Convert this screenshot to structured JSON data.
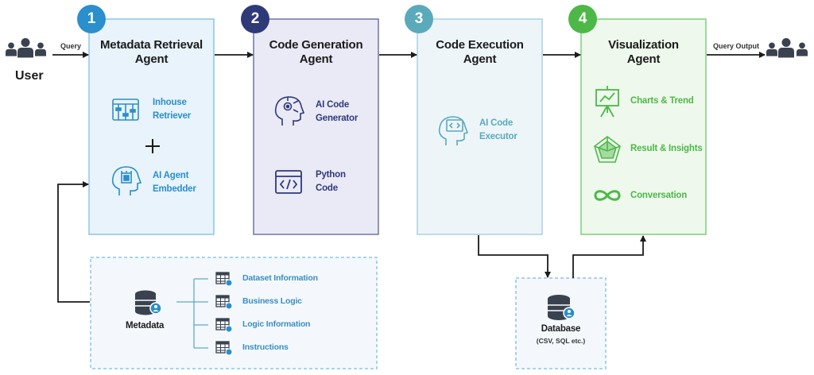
{
  "user": {
    "label": "User"
  },
  "flow": {
    "query_label": "Query",
    "output_label": "Query Output"
  },
  "agents": [
    {
      "number": "1",
      "title_line1": "Metadata Retrieval",
      "title_line2": "Agent",
      "items": [
        {
          "icon": "tool-grid-icon",
          "line1": "Inhouse",
          "line2": "Retriever"
        },
        {
          "icon": "ai-head-chip-icon",
          "line1": "AI Agent",
          "line2": "Embedder"
        }
      ],
      "joiner": "+",
      "color": "#2a8fcc",
      "fill": "#e8f3fb",
      "border": "#8cc5e9"
    },
    {
      "number": "2",
      "title_line1": "Code Generation",
      "title_line2": "Agent",
      "items": [
        {
          "icon": "ai-head-gear-icon",
          "line1": "AI Code",
          "line2": "Generator"
        },
        {
          "icon": "code-window-icon",
          "line1": "Python",
          "line2": "Code"
        }
      ],
      "color": "#2e3a78",
      "fill": "#eae9f6",
      "border": "#6e74a6"
    },
    {
      "number": "3",
      "title_line1": "Code Execution",
      "title_line2": "Agent",
      "items": [
        {
          "icon": "ai-head-code-icon",
          "line1": "AI Code",
          "line2": "Executor"
        }
      ],
      "color": "#5aaabb",
      "fill": "#edf5f9",
      "border": "#a9d2e0"
    },
    {
      "number": "4",
      "title_line1": "Visualization",
      "title_line2": "Agent",
      "items": [
        {
          "icon": "presentation-chart-icon",
          "line1": "Charts & Trend"
        },
        {
          "icon": "radar-chart-icon",
          "line1": "Result & Insights"
        },
        {
          "icon": "infinity-loop-icon",
          "line1": "Conversation"
        }
      ],
      "color": "#4db848",
      "fill": "#eef8ec",
      "border": "#7fcf7a"
    }
  ],
  "metadata": {
    "label": "Metadata",
    "items": [
      "Dataset Information",
      "Business Logic",
      "Logic Information",
      "Instructions"
    ]
  },
  "database": {
    "label": "Database",
    "sublabel": "(CSV, SQL etc.)"
  },
  "colors": {
    "arrow": "#1b1b1b",
    "dashed": "#8cc5e9",
    "users": "#3a4250"
  }
}
